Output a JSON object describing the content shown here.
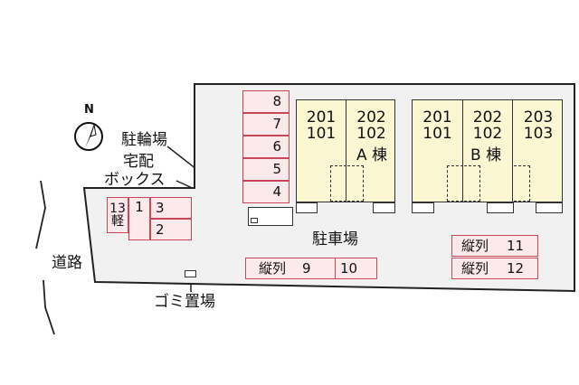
{
  "compass": {
    "label": "N"
  },
  "labels": {
    "bicycle": "駐輪場",
    "delivery_line1": "宅配",
    "delivery_line2": "ボックス",
    "road": "道路",
    "parking": "駐車場",
    "garbage": "ゴミ置場"
  },
  "bike_slots": [
    "8",
    "7",
    "6",
    "5",
    "4"
  ],
  "left_parking": {
    "slot13": "13",
    "slot13_sub": "軽",
    "slot1": "1",
    "slot3": "3",
    "slot2": "2"
  },
  "bottom_parking": {
    "label": "縦列",
    "slot9": "9",
    "slot10": "10"
  },
  "right_parking": [
    {
      "label": "縦列",
      "num": "11"
    },
    {
      "label": "縦列",
      "num": "12"
    }
  ],
  "building_a": {
    "name": "A 棟",
    "units": [
      {
        "top": "201",
        "bottom": "101"
      },
      {
        "top": "202",
        "bottom": "102"
      }
    ]
  },
  "building_b": {
    "name": "B 棟",
    "units": [
      {
        "top": "201",
        "bottom": "101"
      },
      {
        "top": "202",
        "bottom": "102"
      },
      {
        "top": "203",
        "bottom": "103"
      }
    ]
  },
  "colors": {
    "parking_border": "#c8485a",
    "parking_fill": "#fbe9ec",
    "building_fill": "#fbf7d2",
    "lot_fill": "#f1f1f1"
  }
}
